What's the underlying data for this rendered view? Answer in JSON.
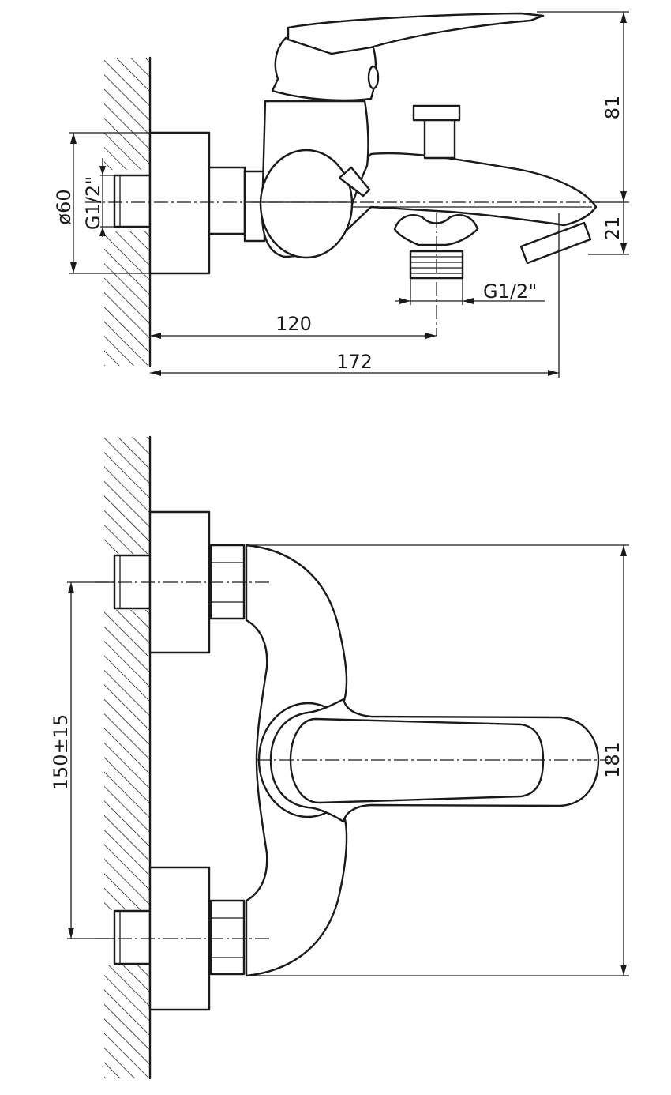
{
  "side_view": {
    "dimensions": {
      "height_top": "81",
      "height_spout": "21",
      "diameter": "ø60",
      "inlet_thread": "G1/2\"",
      "outlet_thread": "G1/2\"",
      "reach_outlet": "120",
      "reach_total": "172"
    }
  },
  "front_view": {
    "dimensions": {
      "inlet_spacing": "150±15",
      "total_width": "181"
    }
  }
}
